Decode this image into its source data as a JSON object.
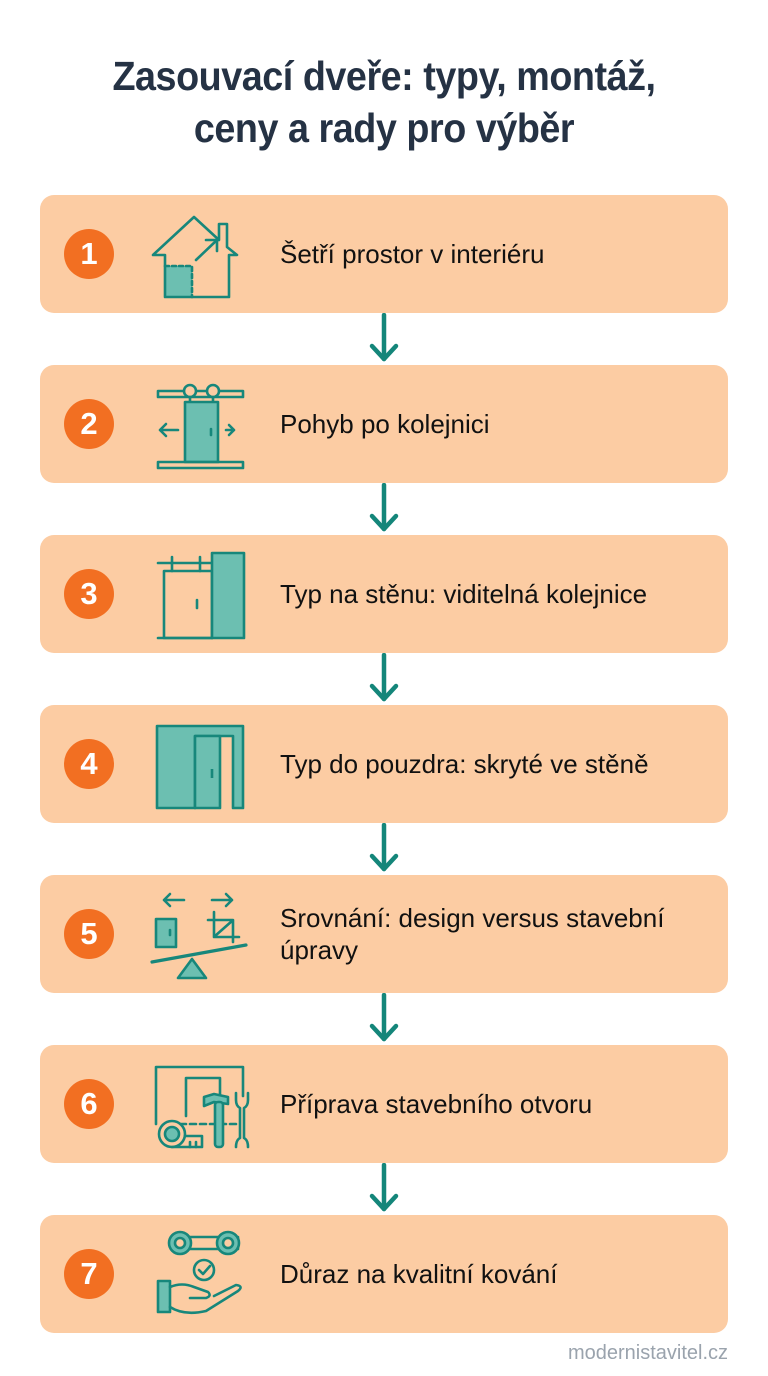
{
  "title": {
    "line1": "Zasouvací dveře: typy, montáž,",
    "line2": "ceny a rady pro výběr"
  },
  "colors": {
    "card_bg": "#fccca3",
    "badge": "#f26f22",
    "icon_stroke": "#17877b",
    "icon_fill": "#6cbfb1",
    "arrow": "#14867a",
    "title": "#253244",
    "footer": "#9aa3ad"
  },
  "steps": [
    {
      "number": "1",
      "icon": "house-space-saving-icon",
      "label": "Šetří prostor v interiéru"
    },
    {
      "number": "2",
      "icon": "sliding-door-rail-icon",
      "label": "Pohyb po kolejnici"
    },
    {
      "number": "3",
      "icon": "wall-mounted-door-icon",
      "label": "Typ na stěnu: viditelná kolejnice"
    },
    {
      "number": "4",
      "icon": "pocket-door-icon",
      "label": "Typ do pouzdra: skryté ve stěně"
    },
    {
      "number": "5",
      "icon": "balance-scale-comparison-icon",
      "label": "Srovnání: design versus stavební úpravy"
    },
    {
      "number": "6",
      "icon": "construction-tools-icon",
      "label": "Příprava stavebního otvoru"
    },
    {
      "number": "7",
      "icon": "hand-quality-hardware-icon",
      "label": "Důraz na kvalitní kování"
    }
  ],
  "footer": {
    "source": "modernistavitel.cz"
  }
}
